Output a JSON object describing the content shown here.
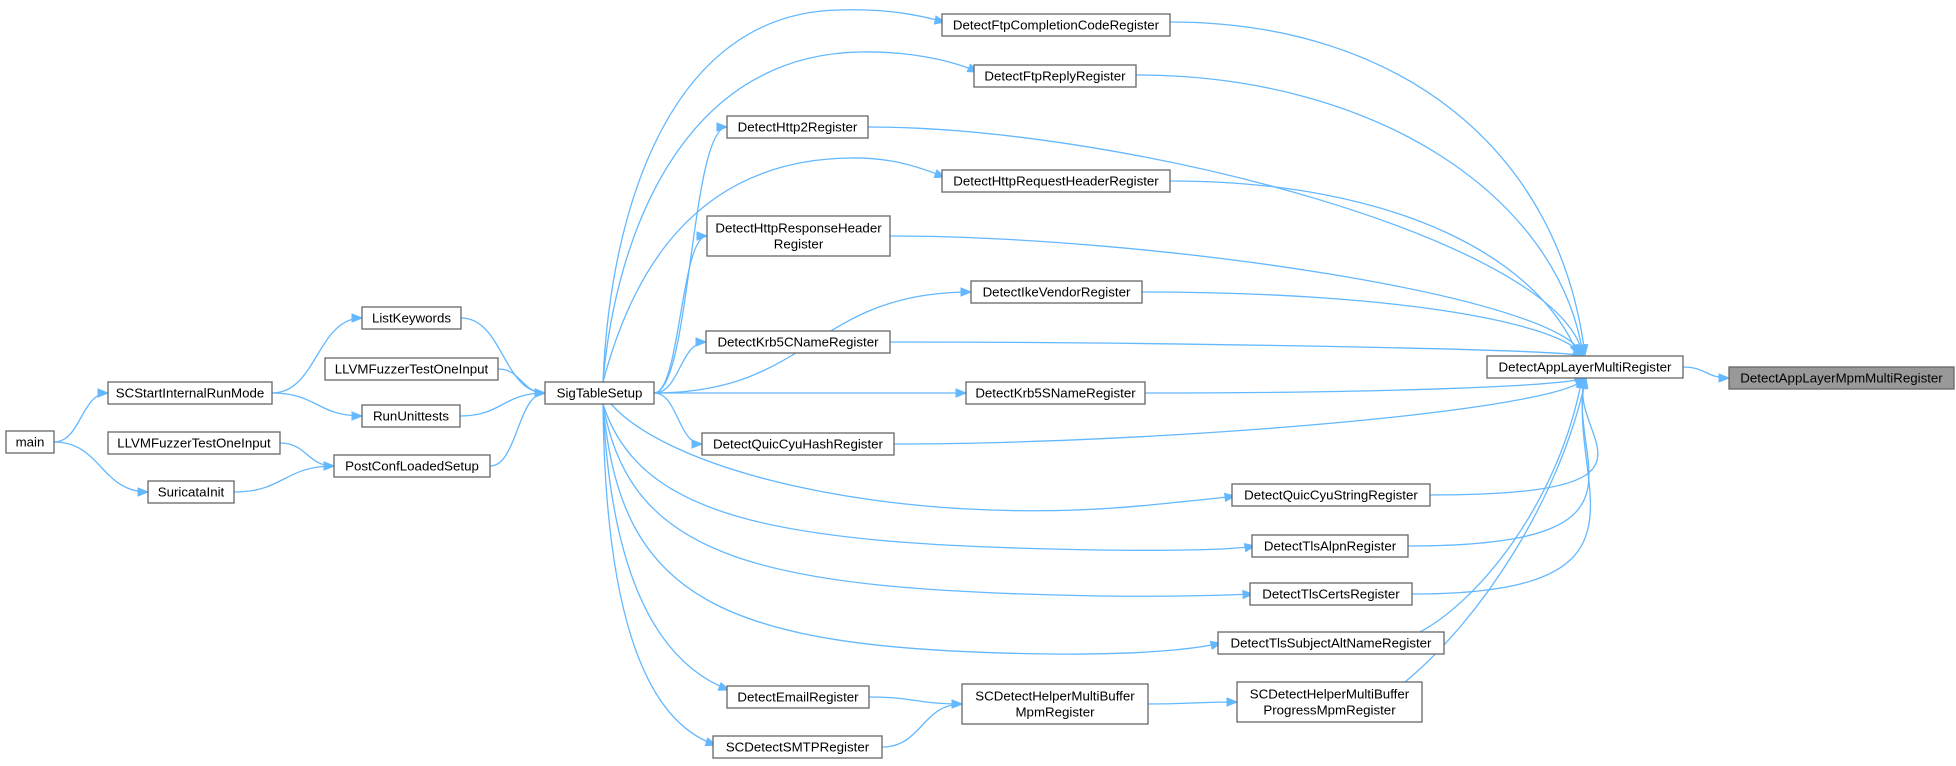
{
  "graph": {
    "edge_color": "#63b8ff",
    "highlight_fill": "#999999",
    "nodes": [
      {
        "id": "target",
        "lines": [
          "DetectAppLayerMpmMultiRegister"
        ],
        "highlight": true
      },
      {
        "id": "multi",
        "lines": [
          "DetectAppLayerMultiRegister"
        ]
      },
      {
        "id": "ftpcc",
        "lines": [
          "DetectFtpCompletionCodeRegister"
        ]
      },
      {
        "id": "ftprep",
        "lines": [
          "DetectFtpReplyRegister"
        ]
      },
      {
        "id": "http2",
        "lines": [
          "DetectHttp2Register"
        ]
      },
      {
        "id": "httpreq",
        "lines": [
          "DetectHttpRequestHeaderRegister"
        ]
      },
      {
        "id": "httpresp",
        "lines": [
          "DetectHttpResponseHeader",
          "Register"
        ]
      },
      {
        "id": "ike",
        "lines": [
          "DetectIkeVendorRegister"
        ]
      },
      {
        "id": "krb5c",
        "lines": [
          "DetectKrb5CNameRegister"
        ]
      },
      {
        "id": "krb5s",
        "lines": [
          "DetectKrb5SNameRegister"
        ]
      },
      {
        "id": "quichash",
        "lines": [
          "DetectQuicCyuHashRegister"
        ]
      },
      {
        "id": "quicstr",
        "lines": [
          "DetectQuicCyuStringRegister"
        ]
      },
      {
        "id": "tlsalpn",
        "lines": [
          "DetectTlsAlpnRegister"
        ]
      },
      {
        "id": "tlscerts",
        "lines": [
          "DetectTlsCertsRegister"
        ]
      },
      {
        "id": "tlssan",
        "lines": [
          "DetectTlsSubjectAltNameRegister"
        ]
      },
      {
        "id": "helperprog",
        "lines": [
          "SCDetectHelperMultiBuffer",
          "ProgressMpmRegister"
        ]
      },
      {
        "id": "helpermpm",
        "lines": [
          "SCDetectHelperMultiBuffer",
          "MpmRegister"
        ]
      },
      {
        "id": "email",
        "lines": [
          "DetectEmailRegister"
        ]
      },
      {
        "id": "smtp",
        "lines": [
          "SCDetectSMTPRegister"
        ]
      },
      {
        "id": "sigtable",
        "lines": [
          "SigTableSetup"
        ]
      },
      {
        "id": "listkw",
        "lines": [
          "ListKeywords"
        ]
      },
      {
        "id": "llvm1",
        "lines": [
          "LLVMFuzzerTestOneInput"
        ]
      },
      {
        "id": "unittests",
        "lines": [
          "RunUnittests"
        ]
      },
      {
        "id": "postconf",
        "lines": [
          "PostConfLoadedSetup"
        ]
      },
      {
        "id": "llvm2",
        "lines": [
          "LLVMFuzzerTestOneInput"
        ]
      },
      {
        "id": "scstart",
        "lines": [
          "SCStartInternalRunMode"
        ]
      },
      {
        "id": "suricata",
        "lines": [
          "SuricataInit"
        ]
      },
      {
        "id": "main",
        "lines": [
          "main"
        ]
      }
    ],
    "edges": [
      [
        "multi",
        "target"
      ],
      [
        "ftpcc",
        "multi"
      ],
      [
        "ftprep",
        "multi"
      ],
      [
        "http2",
        "multi"
      ],
      [
        "httpreq",
        "multi"
      ],
      [
        "httpresp",
        "multi"
      ],
      [
        "ike",
        "multi"
      ],
      [
        "krb5c",
        "multi"
      ],
      [
        "krb5s",
        "multi"
      ],
      [
        "quichash",
        "multi"
      ],
      [
        "quicstr",
        "multi"
      ],
      [
        "tlsalpn",
        "multi"
      ],
      [
        "tlscerts",
        "multi"
      ],
      [
        "tlssan",
        "multi"
      ],
      [
        "helperprog",
        "multi"
      ],
      [
        "helpermpm",
        "helperprog"
      ],
      [
        "email",
        "helpermpm"
      ],
      [
        "smtp",
        "helpermpm"
      ],
      [
        "sigtable",
        "ftpcc"
      ],
      [
        "sigtable",
        "ftprep"
      ],
      [
        "sigtable",
        "http2"
      ],
      [
        "sigtable",
        "httpreq"
      ],
      [
        "sigtable",
        "httpresp"
      ],
      [
        "sigtable",
        "ike"
      ],
      [
        "sigtable",
        "krb5c"
      ],
      [
        "sigtable",
        "krb5s"
      ],
      [
        "sigtable",
        "quichash"
      ],
      [
        "sigtable",
        "quicstr"
      ],
      [
        "sigtable",
        "tlsalpn"
      ],
      [
        "sigtable",
        "tlscerts"
      ],
      [
        "sigtable",
        "tlssan"
      ],
      [
        "sigtable",
        "email"
      ],
      [
        "sigtable",
        "smtp"
      ],
      [
        "listkw",
        "sigtable"
      ],
      [
        "llvm1",
        "sigtable"
      ],
      [
        "unittests",
        "sigtable"
      ],
      [
        "postconf",
        "sigtable"
      ],
      [
        "scstart",
        "listkw"
      ],
      [
        "scstart",
        "unittests"
      ],
      [
        "llvm2",
        "postconf"
      ],
      [
        "suricata",
        "postconf"
      ],
      [
        "main",
        "scstart"
      ],
      [
        "main",
        "suricata"
      ]
    ]
  }
}
